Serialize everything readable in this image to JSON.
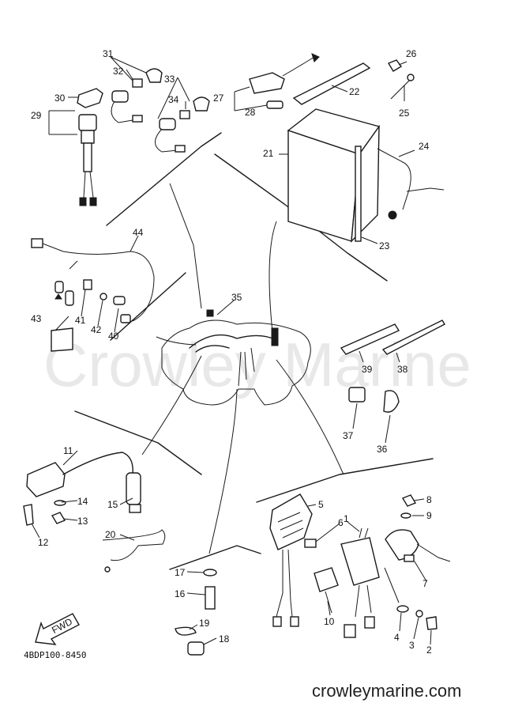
{
  "watermark": "Crowley Marine",
  "diagram_code": "4BDP100-8450",
  "site_footer": "crowleymarine.com",
  "fwd_label": "FWD",
  "callouts": {
    "c1": "1",
    "c2": "2",
    "c3": "3",
    "c4": "4",
    "c5": "5",
    "c6": "6",
    "c7": "7",
    "c8": "8",
    "c9": "9",
    "c10": "10",
    "c11": "11",
    "c12": "12",
    "c13": "13",
    "c14": "14",
    "c15": "15",
    "c16": "16",
    "c17": "17",
    "c18": "18",
    "c19": "19",
    "c20": "20",
    "c21": "21",
    "c22": "22",
    "c23": "23",
    "c24": "24",
    "c25": "25",
    "c26": "26",
    "c27": "27",
    "c28": "28",
    "c29": "29",
    "c30": "30",
    "c31": "31",
    "c32": "32",
    "c33": "33",
    "c34": "34",
    "c35": "35",
    "c36": "36",
    "c37": "37",
    "c38": "38",
    "c39": "39",
    "c40": "40",
    "c41": "41",
    "c42": "42",
    "c43": "43",
    "c44": "44"
  }
}
